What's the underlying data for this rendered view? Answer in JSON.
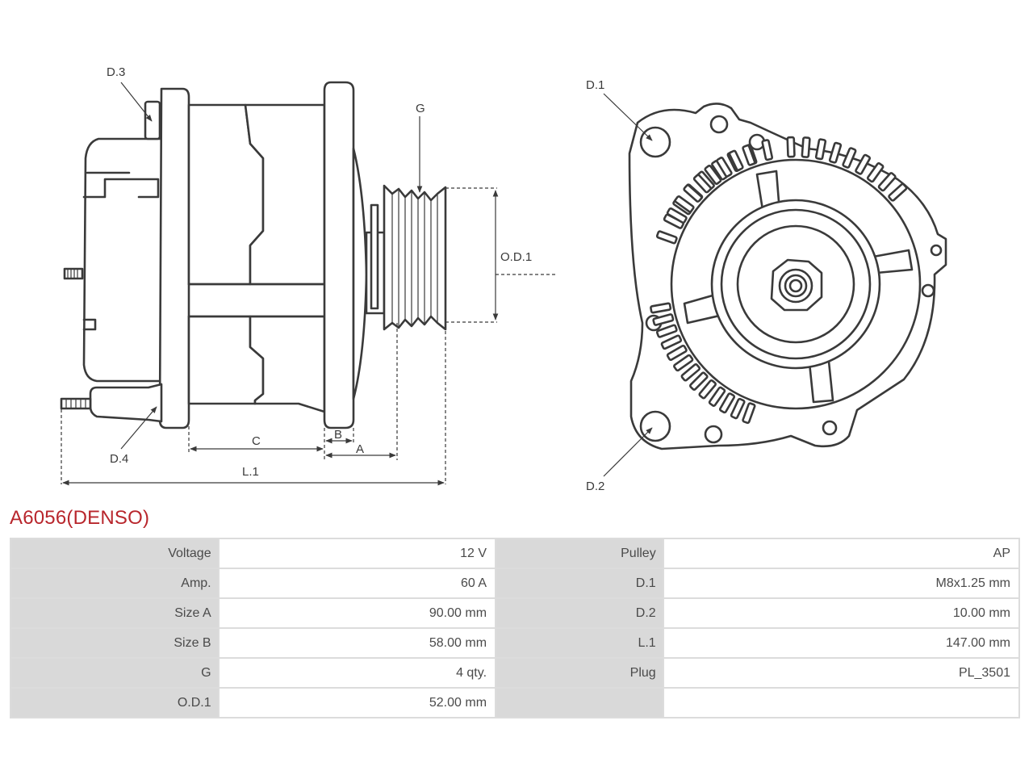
{
  "drawing": {
    "labels": {
      "d3": "D.3",
      "d4": "D.4",
      "g": "G",
      "od1": "O.D.1",
      "c": "C",
      "b": "B",
      "a": "A",
      "l1": "L.1",
      "d1": "D.1",
      "d2": "D.2"
    }
  },
  "product": {
    "title": "A6056(DENSO)"
  },
  "specs": {
    "rows": [
      {
        "label1": "Voltage",
        "value1": "12 V",
        "label2": "Pulley",
        "value2": "AP"
      },
      {
        "label1": "Amp.",
        "value1": "60 A",
        "label2": "D.1",
        "value2": "M8x1.25 mm"
      },
      {
        "label1": "Size A",
        "value1": "90.00 mm",
        "label2": "D.2",
        "value2": "10.00 mm"
      },
      {
        "label1": "Size B",
        "value1": "58.00 mm",
        "label2": "L.1",
        "value2": "147.00 mm"
      },
      {
        "label1": "G",
        "value1": "4 qty.",
        "label2": "Plug",
        "value2": "PL_3501"
      },
      {
        "label1": "O.D.1",
        "value1": "52.00 mm",
        "label2": "",
        "value2": ""
      }
    ]
  }
}
